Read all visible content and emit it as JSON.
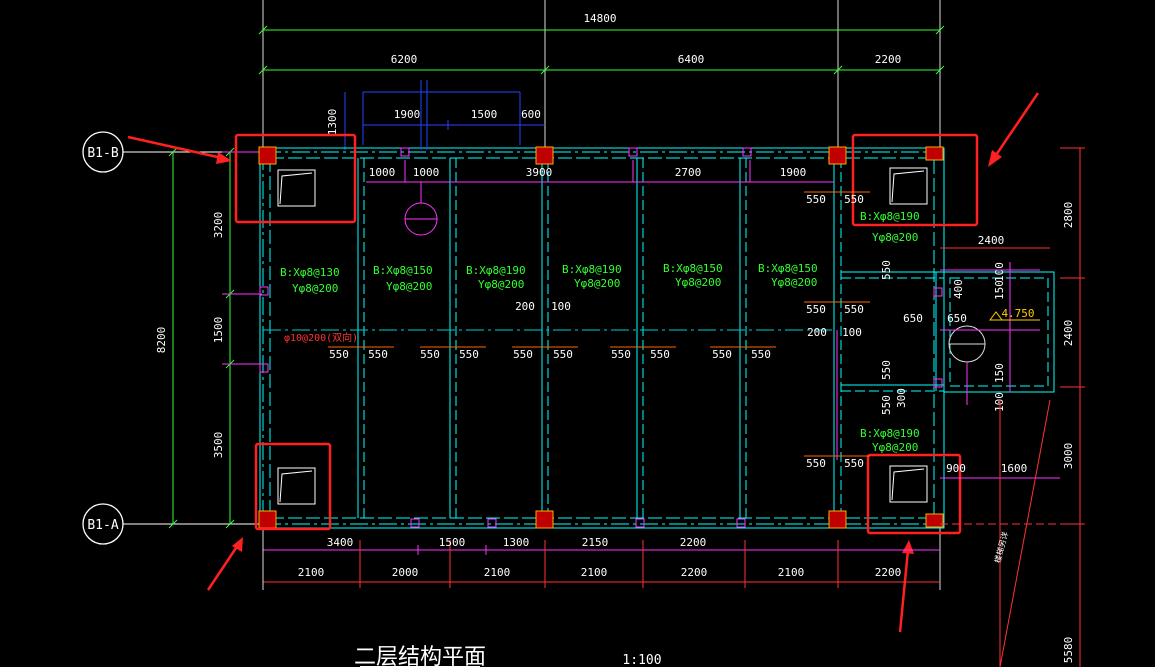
{
  "drawing": {
    "title": "二层结构平面",
    "scale": "1:100",
    "axis_labels": {
      "top": "B1-B",
      "bottom": "B1-A"
    },
    "elevation": "4.750",
    "vertical_note": "楼梯另详"
  },
  "dimensions": {
    "top_overall": "14800",
    "top_segments": [
      "6200",
      "6400",
      "2200"
    ],
    "stair_blue": [
      "1900",
      "1500",
      "600"
    ],
    "stair_left": "1300",
    "inner_row": [
      "1000",
      "1000",
      "3900",
      "2700",
      "1900"
    ],
    "left_overall": "8200",
    "left_segments": [
      "3200",
      "1500",
      "3500"
    ],
    "right_segments": [
      "2800",
      "2400",
      "3000",
      "5580"
    ],
    "right_horizontal": [
      "2400",
      "1600",
      "900"
    ],
    "bottom_row1": [
      "3400",
      "1500",
      "1300",
      "2150",
      "2200"
    ],
    "bottom_row2": [
      "2100",
      "2000",
      "2100",
      "2100",
      "2200",
      "2100",
      "2200"
    ],
    "misc": [
      "200",
      "100",
      "200",
      "100",
      "650",
      "650",
      "400",
      "150",
      "100",
      "150",
      "100",
      "300"
    ],
    "beam_550": [
      "550",
      "550",
      "550",
      "550",
      "550",
      "550",
      "550",
      "550",
      "550",
      "550",
      "550",
      "550",
      "550",
      "550",
      "550",
      "550",
      "550",
      "550",
      "550"
    ]
  },
  "rebar": {
    "bay1": {
      "x": "B:Xφ8@130",
      "y": "Yφ8@200"
    },
    "bay2": {
      "x": "B:Xφ8@150",
      "y": "Yφ8@200"
    },
    "bay3": {
      "x": "B:Xφ8@190",
      "y": "Yφ8@200"
    },
    "bay4": {
      "x": "B:Xφ8@190",
      "y": "Yφ8@200"
    },
    "bay5": {
      "x": "B:Xφ8@150",
      "y": "Yφ8@200"
    },
    "bay6": {
      "x": "B:Xφ8@150",
      "y": "Yφ8@200"
    },
    "top_right": {
      "x": "B:Xφ8@190",
      "y": "Yφ8@200"
    },
    "bottom_right": {
      "x": "B:Xφ8@190",
      "y": "Yφ8@200"
    },
    "red_note": "φ10@200(双向)"
  },
  "colors": {
    "background": "#000000",
    "beam": "#00ffff",
    "dim_green": "#33ff33",
    "column": "#c00000",
    "highlight": "#ff2020",
    "magenta": "#ff33ff",
    "blue": "#2244ff"
  }
}
